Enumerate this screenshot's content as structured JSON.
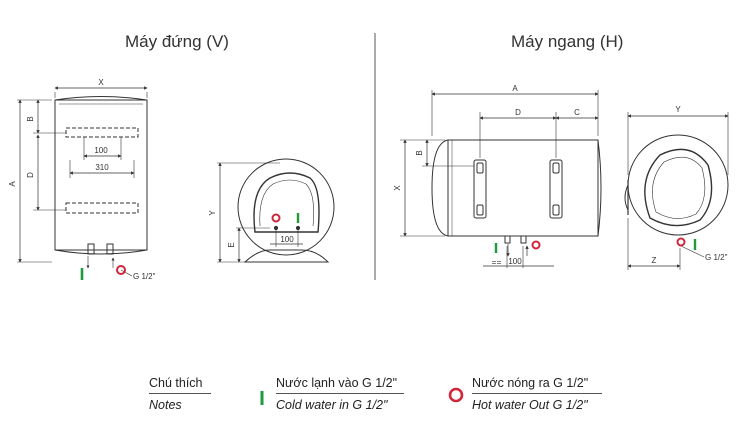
{
  "titles": {
    "vertical": "Máy đứng (V)",
    "horizontal": "Máy ngang (H)"
  },
  "dims": {
    "X": "X",
    "A": "A",
    "B": "B",
    "D": "D",
    "C": "C",
    "Y": "Y",
    "E": "E",
    "Z": "Z",
    "d100": "100",
    "d310": "310",
    "g12": "G 1/2\"",
    "eq": "="
  },
  "legend": {
    "notes_vi": "Chú thích",
    "notes_en": "Notes",
    "cold_vi": "Nước lạnh vào G 1/2\"",
    "cold_en": "Cold water in G 1/2\"",
    "hot_vi": "Nước nóng ra G 1/2\"",
    "hot_en": "Hot water Out G 1/2\""
  },
  "colors": {
    "cold": "#1f9a3c",
    "hot": "#d0263c",
    "line": "#333333"
  }
}
